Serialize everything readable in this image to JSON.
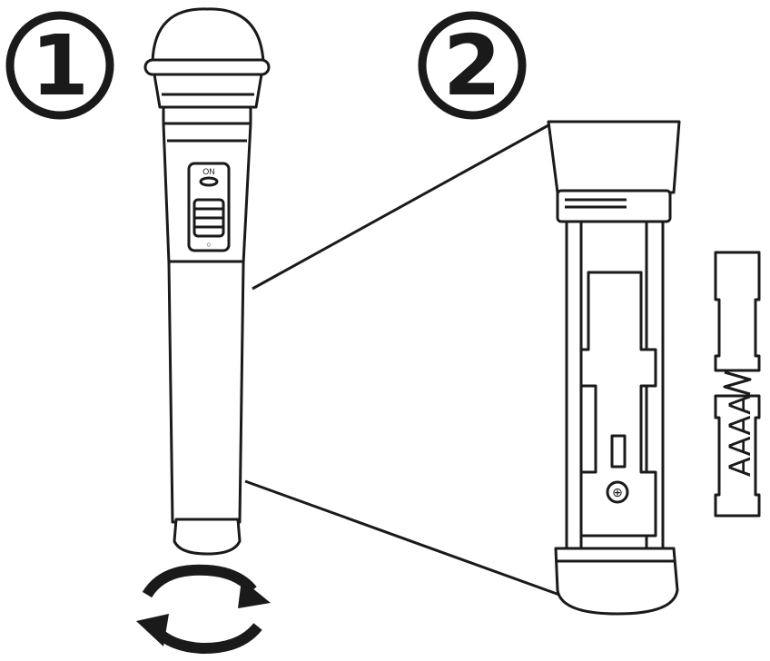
{
  "steps": [
    {
      "number": "1"
    },
    {
      "number": "2"
    }
  ],
  "mic_switch": {
    "on_label": "ON",
    "off_label": "○"
  },
  "battery": {
    "label": "AAAA",
    "polarity": "⊕"
  },
  "colors": {
    "ink": "#1a1a1a",
    "paper": "#ffffff"
  }
}
